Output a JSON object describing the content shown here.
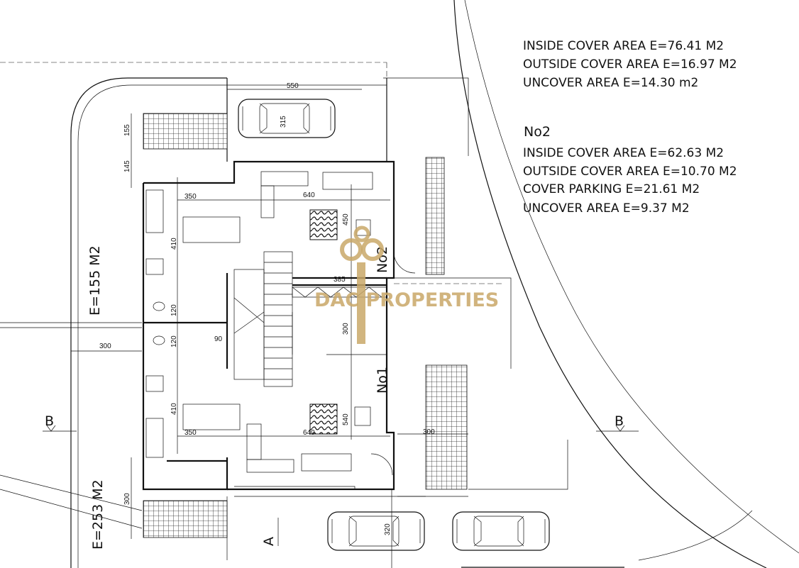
{
  "unit_summary": {
    "lines": [
      "INSIDE COVER AREA E=76.41 M2",
      "OUTSIDE COVER AREA E=16.97 M2",
      "UNCOVER AREA E=14.30 m2"
    ]
  },
  "no2_summary": {
    "title": "No2",
    "lines": [
      "INSIDE COVER AREA E=62.63 M2",
      "OUTSIDE COVER AREA E=10.70 M2",
      "COVER PARKING E=21.61 M2",
      "UNCOVER AREA E=9.37 M2"
    ]
  },
  "plot_labels": {
    "upper": "E=155 M2",
    "lower": "E=253 M2"
  },
  "unit_labels": {
    "no2": "No2",
    "no1": "No1"
  },
  "section_marks": {
    "b_left": "B",
    "b_right": "B",
    "a": "A"
  },
  "dimensions": {
    "carport_width": "550",
    "car_length": "315",
    "d155": "155",
    "d145": "145",
    "kitchen_top": "350",
    "living_top": "640",
    "living_depth_top": "450",
    "kitchen_depth_top": "410",
    "wc_top": "120",
    "wc_bottom": "120",
    "hall": "90",
    "side_setback": "300",
    "corridor": "385",
    "office_depth": "300",
    "kitchen_depth_bottom": "410",
    "kitchen_bottom": "350",
    "living_bottom": "640",
    "living_depth_bottom": "540",
    "right_setback": "300",
    "bottom_setback": "300",
    "parking": "320"
  },
  "watermark": {
    "brand": "DAC PROPERTIES",
    "color": "#c9a868"
  }
}
